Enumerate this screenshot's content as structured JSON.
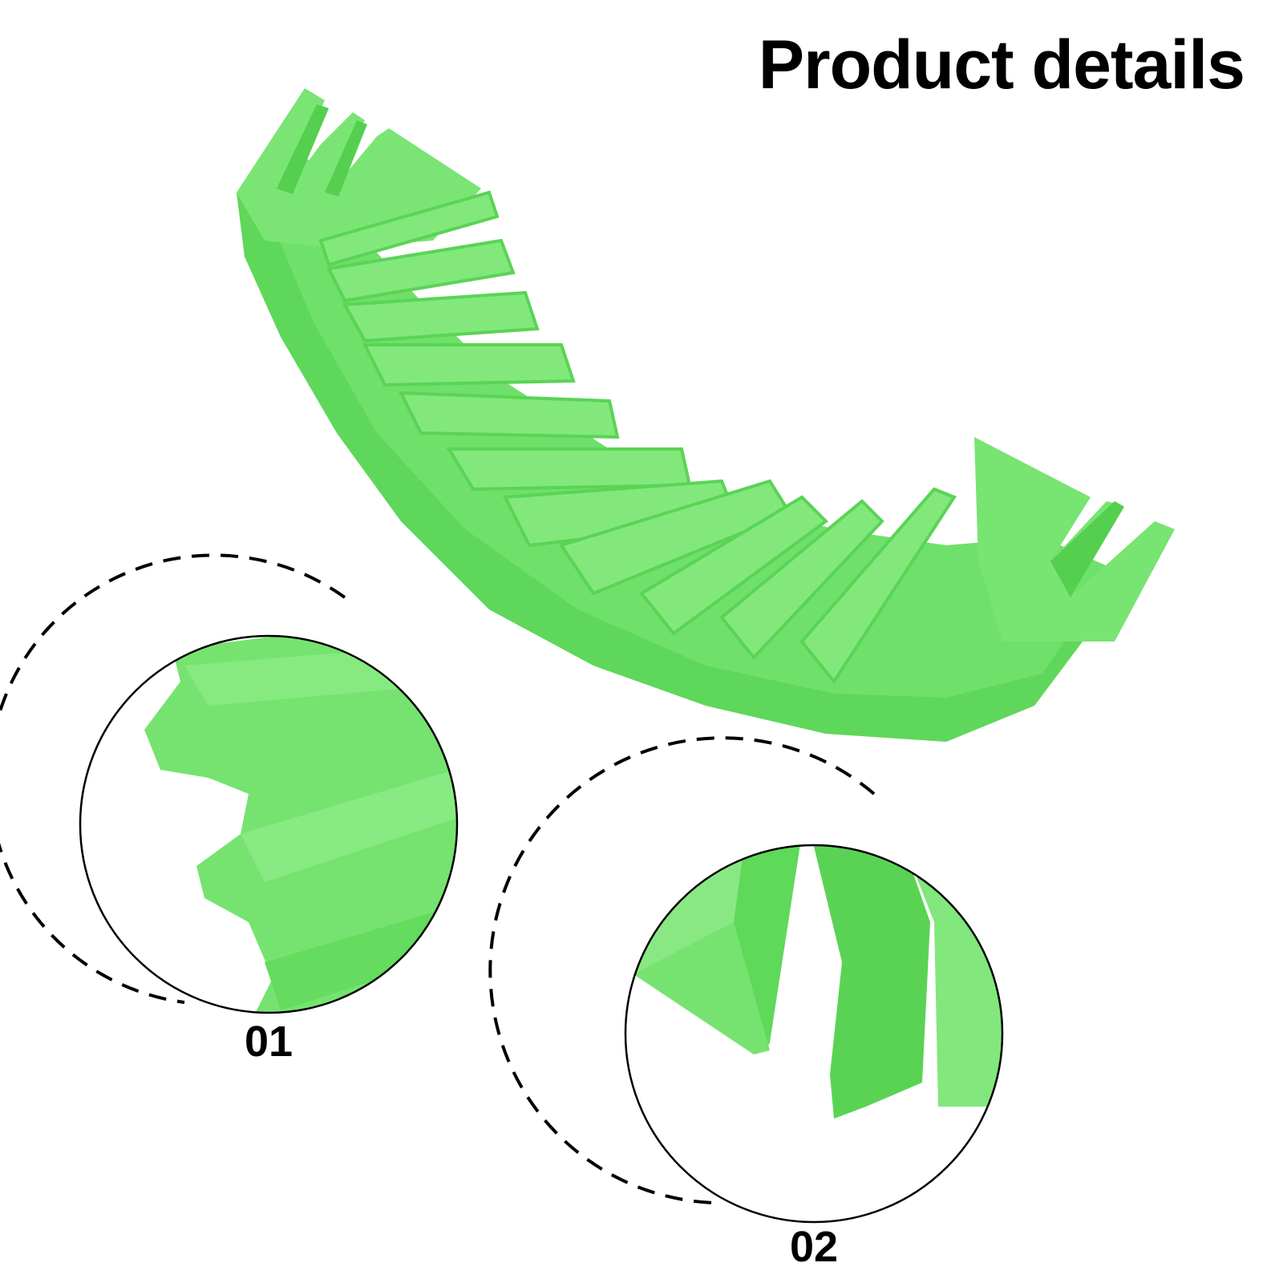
{
  "header": {
    "title": "Product details"
  },
  "callouts": [
    {
      "label": "01"
    },
    {
      "label": "02"
    }
  ],
  "colors": {
    "product_green": "#6fe06a",
    "product_green_dark": "#4fcf4a",
    "product_green_light": "#8ee88a",
    "outline": "#000000"
  }
}
